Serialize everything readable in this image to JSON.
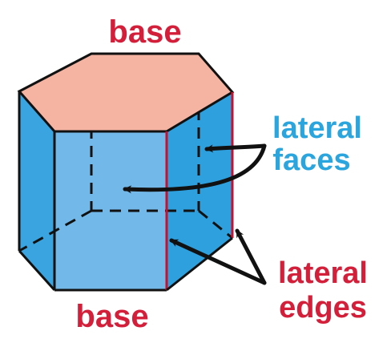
{
  "labels": {
    "base_top": "base",
    "base_bottom": "base",
    "lateral_faces_line1": "lateral",
    "lateral_faces_line2": "faces",
    "lateral_edges_line1": "lateral",
    "lateral_edges_line2": "edges"
  },
  "colors": {
    "base_fill": "#f5b4a2",
    "left_face": "#3aa4e0",
    "front_face": "#72b8e8",
    "right_face": "#2ea0de",
    "edge_stroke": "#111111",
    "lateral_edge_highlight": "#c8102e",
    "red_label": "#d41f3a",
    "blue_label": "#2ba5de"
  }
}
